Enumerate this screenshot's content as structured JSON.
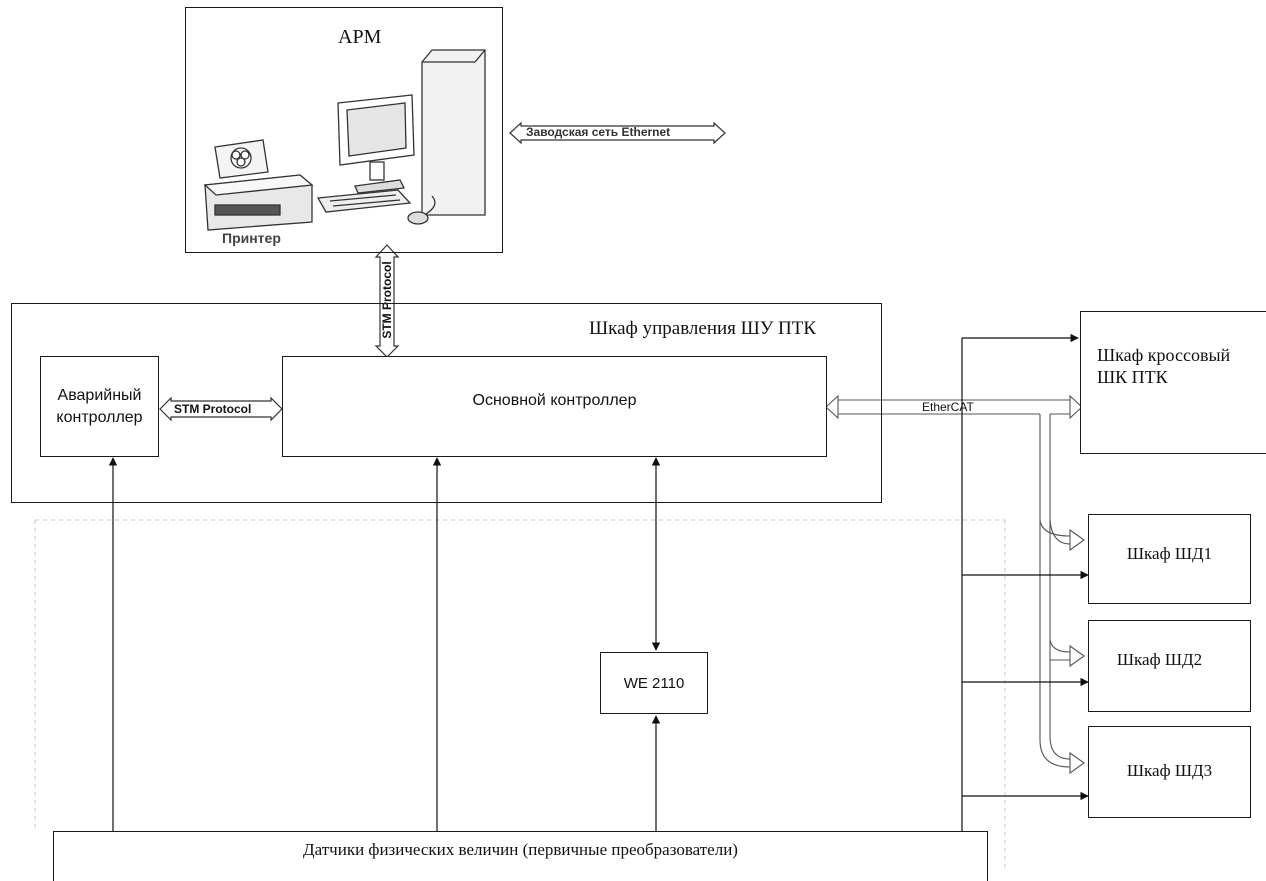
{
  "arm": {
    "title": "АРМ",
    "printer_label": "Принтер"
  },
  "links": {
    "factory_network": "Заводская сеть Ethernet",
    "stm_vertical": "STM Protocol",
    "stm_horizontal": "STM Protocol",
    "ethercat": "EtherCAT"
  },
  "control_cabinet": {
    "title": "Шкаф управления ШУ ПТК",
    "emergency_controller": "Аварийный контроллер",
    "main_controller": "Основной контроллер"
  },
  "we_module": "WE 2110",
  "sensors": "Датчики физических величин (первичные преобразователи)",
  "cross_cabinet": "Шкаф кроссовый ШК ПТК",
  "cabinets": [
    "Шкаф ШД1",
    "Шкаф ШД2",
    "Шкаф ШД3"
  ]
}
